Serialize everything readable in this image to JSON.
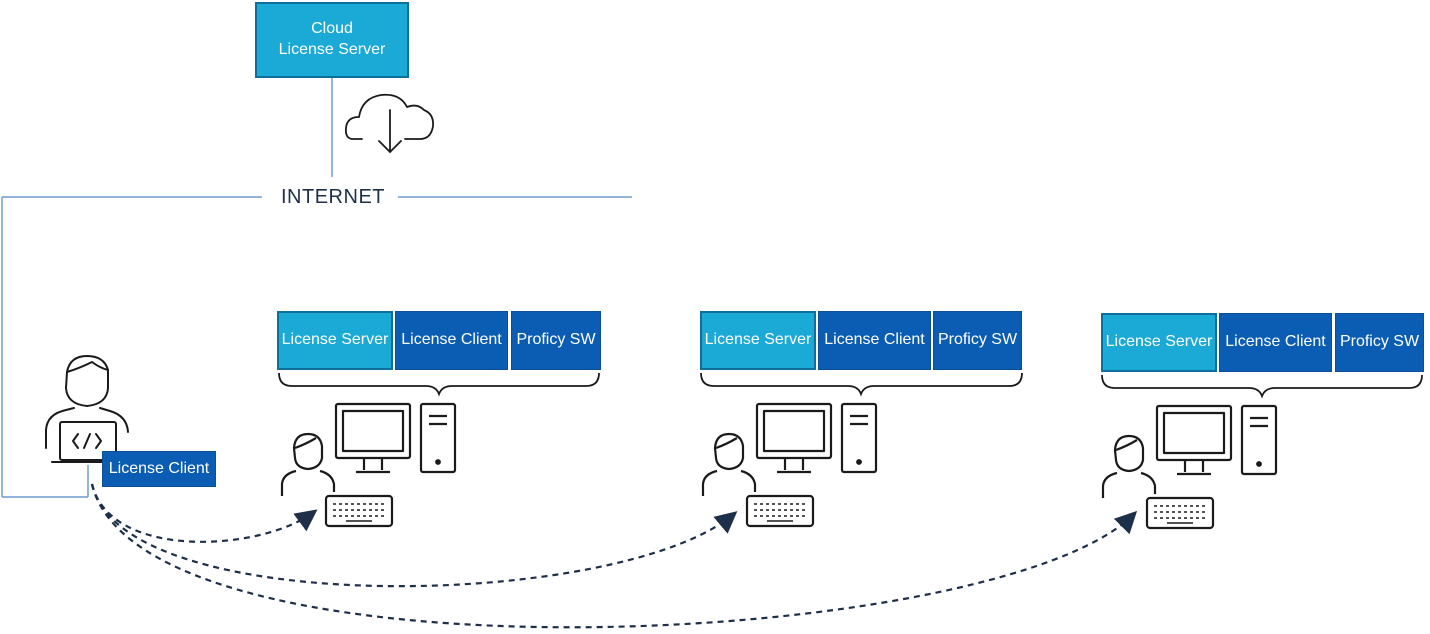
{
  "cloud_server": {
    "line1": "Cloud",
    "line2": "License Server"
  },
  "internet_label": "INTERNET",
  "developer_client_label": "License Client",
  "stations": [
    {
      "license_server": "License Server",
      "license_client": "License Client",
      "software": "Proficy SW"
    },
    {
      "license_server": "License Server",
      "license_client": "License Client",
      "software": "Proficy SW"
    },
    {
      "license_server": "License Server",
      "license_client": "License Client",
      "software": "Proficy SW"
    }
  ],
  "colors": {
    "light_box": "#1ba9d6",
    "dark_box": "#0b5db3",
    "line": "#6f9bd1",
    "icon": "#1a1a1a",
    "arrow": "#1e2f4a"
  }
}
